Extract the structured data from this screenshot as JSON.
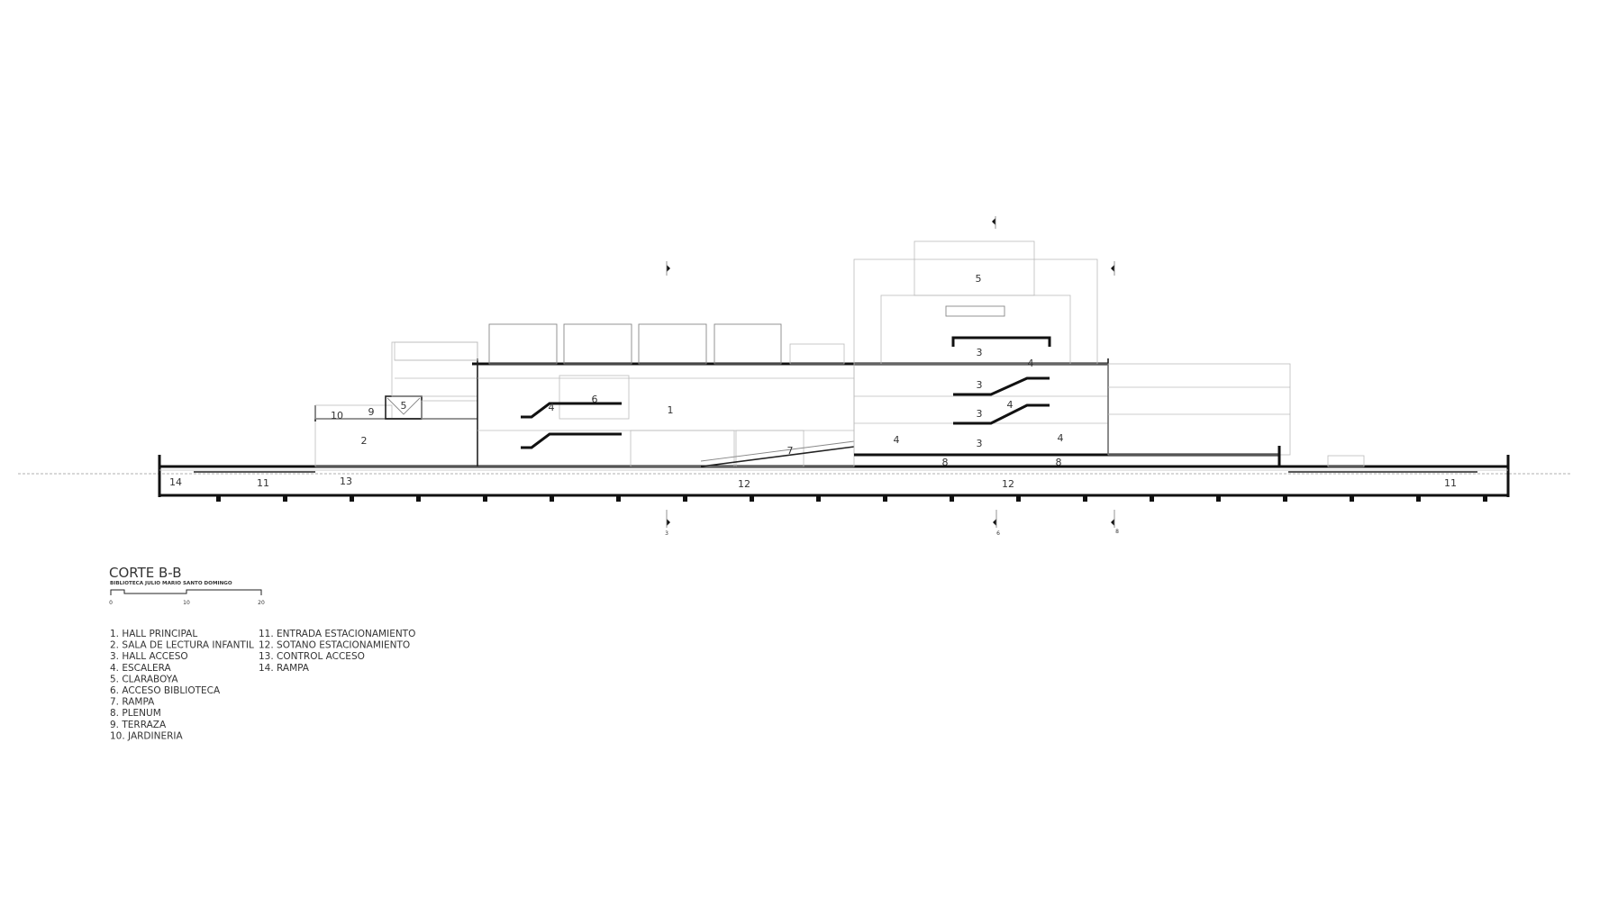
{
  "title": "CORTE B-B",
  "subtitle": "BIBLIOTECA JULIO MARIO SANTO DOMINGO",
  "scale_bar": {
    "labels": [
      "0",
      "10",
      "20"
    ]
  },
  "legend": {
    "col1": [
      "1. HALL PRINCIPAL",
      "2. SALA DE LECTURA INFANTIL",
      "3. HALL ACCESO",
      "4. ESCALERA",
      "5. CLARABOYA",
      "6. ACCESO BIBLIOTECA",
      "7. RAMPA",
      "8. PLENUM",
      "9. TERRAZA",
      "10. JARDINERIA"
    ],
    "col2": [
      "11. ENTRADA ESTACIONAMIENTO",
      "12. SOTANO ESTACIONAMIENTO",
      "13. CONTROL ACCESO",
      "14. RAMPA"
    ]
  },
  "room_labels": {
    "r1": "1",
    "r2": "2",
    "r3a": "3",
    "r3b": "3",
    "r3c": "3",
    "r3d": "3",
    "r4a": "4",
    "r4b": "4",
    "r4c": "4",
    "r4d": "4",
    "r4e": "4",
    "r5a": "5",
    "r5b": "5",
    "r6": "6",
    "r7": "7",
    "r8a": "8",
    "r8b": "8",
    "r9": "9",
    "r10": "10",
    "r11a": "11",
    "r11b": "11",
    "r12a": "12",
    "r12b": "12",
    "r13": "13",
    "r14": "14"
  },
  "section_marks": {
    "m3": "3",
    "m6": "6",
    "m8": "8"
  }
}
